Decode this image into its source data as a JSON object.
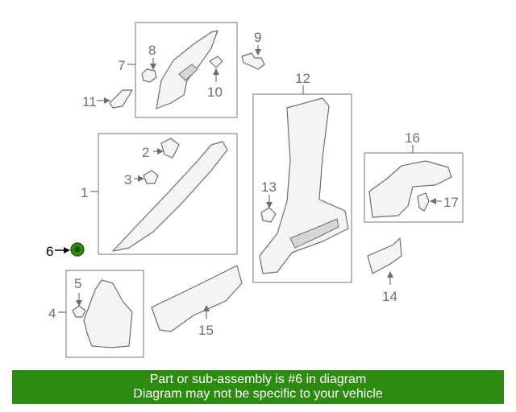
{
  "callouts": {
    "n1": "1",
    "n2": "2",
    "n3": "3",
    "n4": "4",
    "n5": "5",
    "n6": "6",
    "n7": "7",
    "n8": "8",
    "n9": "9",
    "n10": "10",
    "n11": "11",
    "n12": "12",
    "n13": "13",
    "n14": "14",
    "n15": "15",
    "n16": "16",
    "n17": "17"
  },
  "highlight": {
    "part_number": "6",
    "color": "#2e8b12"
  },
  "banner": {
    "line1": "Part or sub-assembly is #6 in diagram",
    "line2": "Diagram may not be specific to your vehicle",
    "background": "#2e8b12"
  }
}
